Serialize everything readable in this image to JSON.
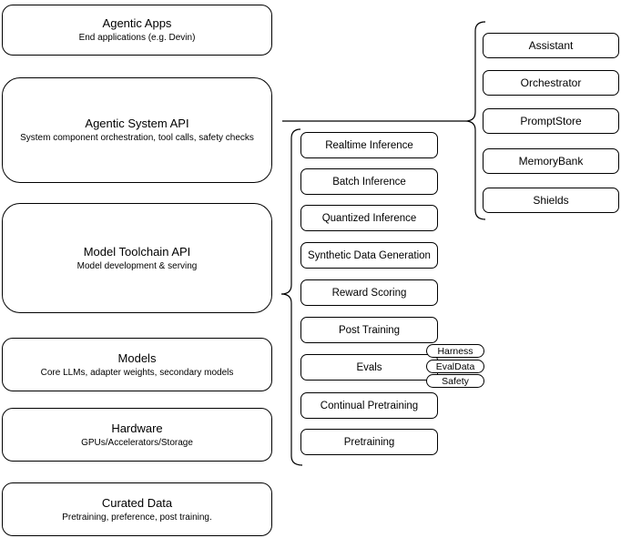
{
  "layers": [
    {
      "title": "Agentic Apps",
      "subtitle": "End applications (e.g. Devin)"
    },
    {
      "title": "Agentic System API",
      "subtitle": "System component orchestration, tool calls, safety checks"
    },
    {
      "title": "Model Toolchain API",
      "subtitle": "Model development & serving"
    },
    {
      "title": "Models",
      "subtitle": "Core LLMs, adapter weights, secondary models"
    },
    {
      "title": "Hardware",
      "subtitle": "GPUs/Accelerators/Storage"
    },
    {
      "title": "Curated Data",
      "subtitle": "Pretraining, preference, post training."
    }
  ],
  "toolchain_items": [
    "Realtime Inference",
    "Batch Inference",
    "Quantized Inference",
    "Synthetic Data Generation",
    "Reward Scoring",
    "Post Training",
    "Evals",
    "Continual Pretraining",
    "Pretraining"
  ],
  "eval_tags": [
    "Harness",
    "EvalData",
    "Safety"
  ],
  "system_components": [
    "Assistant",
    "Orchestrator",
    "PromptStore",
    "MemoryBank",
    "Shields"
  ],
  "colors": {
    "stroke": "#000000",
    "background": "#ffffff",
    "text": "#000000"
  }
}
